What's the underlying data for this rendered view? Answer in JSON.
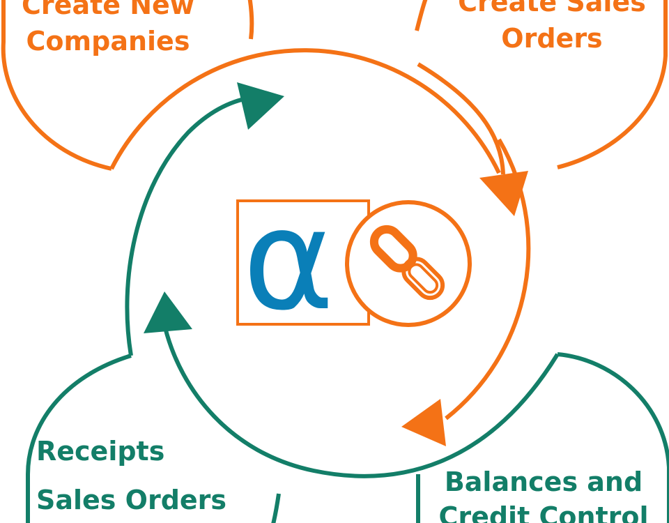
{
  "colors": {
    "orange": "#f47216",
    "green": "#137e68",
    "blue": "#0a7fb8",
    "background": "#ffffff"
  },
  "nodes": {
    "top_left": {
      "line1": "Create New",
      "line2": "Companies"
    },
    "top_right": {
      "line1": "Create Sales",
      "line2": "Orders"
    },
    "bottom_left": {
      "line1": "Receipts",
      "line2": "Sales Orders"
    },
    "bottom_right": {
      "line1": "Balances and",
      "line2": "Credit Control"
    }
  },
  "logo": {
    "glyph": "α",
    "icon": "chain-link-icon"
  }
}
